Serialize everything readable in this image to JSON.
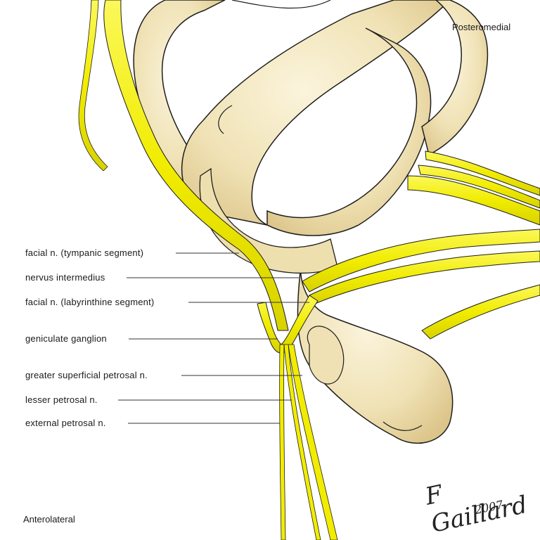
{
  "orientation": {
    "top_right": "Posteromedial",
    "bottom_left": "Anterolateral"
  },
  "labels": [
    {
      "id": "tympanic",
      "text": "facial n. (tympanic segment)"
    },
    {
      "id": "intermedius",
      "text": "nervus intermedius"
    },
    {
      "id": "labyrinthine",
      "text": "facial n. (labyrinthine segment)"
    },
    {
      "id": "geniculate",
      "text": "geniculate ganglion"
    },
    {
      "id": "gspn",
      "text": "greater superficial petrosal n."
    },
    {
      "id": "lpn",
      "text": "lesser petrosal n."
    },
    {
      "id": "epn",
      "text": "external petrosal n."
    }
  ],
  "signature": {
    "name": "F Gaillard",
    "year": "2007"
  },
  "colors": {
    "bone": "#f2e5b9",
    "bone_shade": "#e3cf95",
    "nerve": "#f4f000",
    "nerve_dark": "#c9c400",
    "outline": "#1e1e1e"
  }
}
